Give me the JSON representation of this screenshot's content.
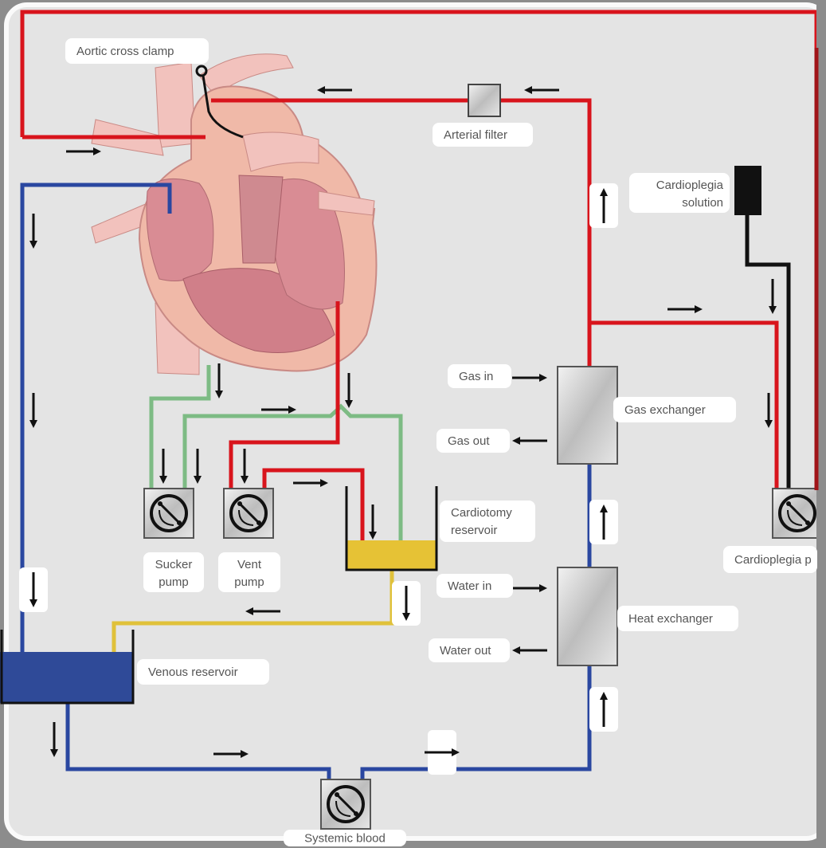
{
  "labels": {
    "aortic_cross_clamp": "Aortic cross clamp",
    "arterial_filter": "Arterial filter",
    "cardioplegia_solution_1": "Cardioplegia",
    "cardioplegia_solution_2": "solution",
    "gas_in": "Gas in",
    "gas_out": "Gas out",
    "gas_exchanger": "Gas exchanger",
    "cardiotomy_reservoir_1": "Cardiotomy",
    "cardiotomy_reservoir_2": "reservoir",
    "sucker_pump_1": "Sucker",
    "sucker_pump_2": "pump",
    "vent_pump_1": "Vent",
    "vent_pump_2": "pump",
    "water_in": "Water in",
    "water_out": "Water out",
    "heat_exchanger": "Heat exchanger",
    "venous_reservoir": "Venous reservoir",
    "cardioplegia_pump": "Cardioplegia p",
    "systemic_blood_pump": "Systemic blood"
  },
  "colors": {
    "arterial_line": "#d8141c",
    "venous_line": "#2a47a0",
    "sucker_line": "#7dbb84",
    "cardiotomy_line": "#e0c13a",
    "cardioplegia_line": "#111111",
    "venous_blood": "#2f4a98",
    "cardiotomy_blood": "#e6c235",
    "background": "#e4e4e4"
  }
}
